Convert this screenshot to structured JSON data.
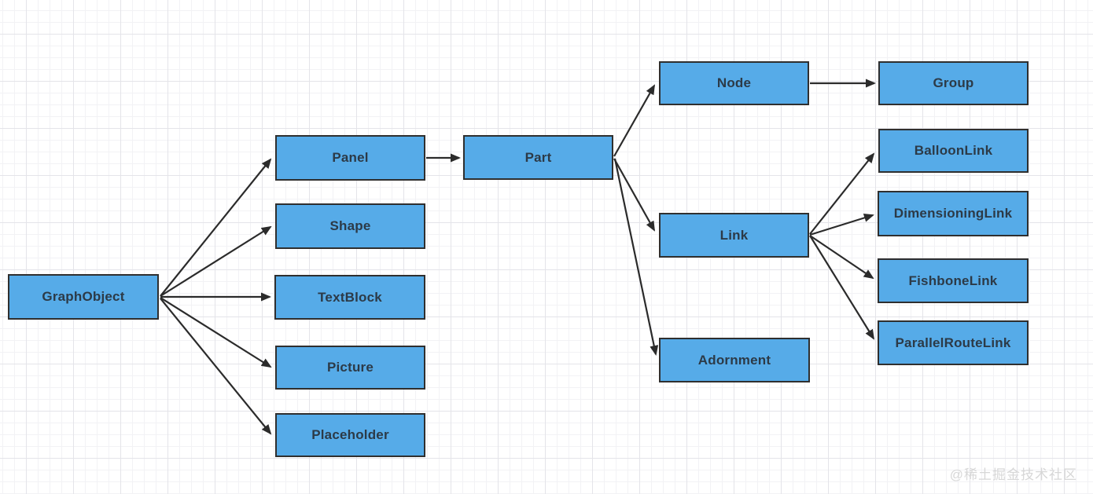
{
  "diagram": {
    "nodes": [
      {
        "id": "graphobject",
        "label": "GraphObject"
      },
      {
        "id": "panel",
        "label": "Panel"
      },
      {
        "id": "shape",
        "label": "Shape"
      },
      {
        "id": "textblock",
        "label": "TextBlock"
      },
      {
        "id": "picture",
        "label": "Picture"
      },
      {
        "id": "placeholder",
        "label": "Placeholder"
      },
      {
        "id": "part",
        "label": "Part"
      },
      {
        "id": "node",
        "label": "Node"
      },
      {
        "id": "link",
        "label": "Link"
      },
      {
        "id": "adornment",
        "label": "Adornment"
      },
      {
        "id": "group",
        "label": "Group"
      },
      {
        "id": "balloonlink",
        "label": "BalloonLink"
      },
      {
        "id": "dimensioninglink",
        "label": "DimensioningLink"
      },
      {
        "id": "fishbonelink",
        "label": "FishboneLink"
      },
      {
        "id": "parallelroutelink",
        "label": "ParallelRouteLink"
      }
    ],
    "edges": [
      {
        "from": "GraphObject",
        "to": "Panel"
      },
      {
        "from": "GraphObject",
        "to": "Shape"
      },
      {
        "from": "GraphObject",
        "to": "TextBlock"
      },
      {
        "from": "GraphObject",
        "to": "Picture"
      },
      {
        "from": "GraphObject",
        "to": "Placeholder"
      },
      {
        "from": "Panel",
        "to": "Part"
      },
      {
        "from": "Part",
        "to": "Node"
      },
      {
        "from": "Part",
        "to": "Link"
      },
      {
        "from": "Part",
        "to": "Adornment"
      },
      {
        "from": "Node",
        "to": "Group"
      },
      {
        "from": "Link",
        "to": "BalloonLink"
      },
      {
        "from": "Link",
        "to": "DimensioningLink"
      },
      {
        "from": "Link",
        "to": "FishboneLink"
      },
      {
        "from": "Link",
        "to": "ParallelRouteLink"
      }
    ]
  },
  "watermark": {
    "text": "@稀土掘金技术社区"
  },
  "colors": {
    "node_fill": "#56ABE8",
    "node_border": "#2f2f2f",
    "node_text": "#2c3a47",
    "edge_color": "#2b2b2b",
    "watermark_color": "#d7d7d7"
  }
}
